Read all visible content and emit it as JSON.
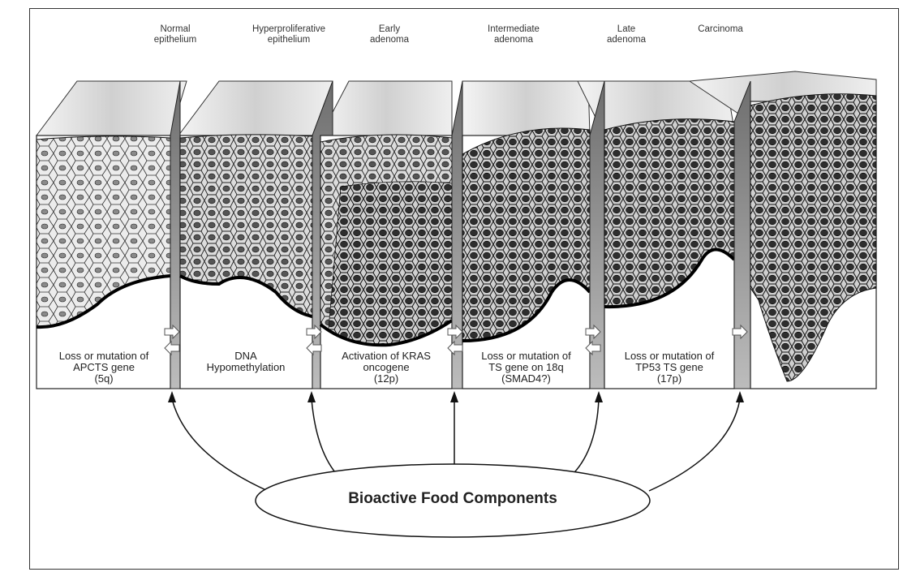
{
  "stages": [
    {
      "line1": "Normal",
      "line2": "epithelium"
    },
    {
      "line1": "Hyperproliferative",
      "line2": "epithelium"
    },
    {
      "line1": "Early",
      "line2": "adenoma"
    },
    {
      "line1": "Intermediate",
      "line2": "adenoma"
    },
    {
      "line1": "Late",
      "line2": "adenoma"
    },
    {
      "line1": "Carcinoma",
      "line2": ""
    }
  ],
  "captions": [
    {
      "line1": "Loss or mutation of",
      "line2": "APCTS gene",
      "line3": "(5q)"
    },
    {
      "line1": "DNA",
      "line2": "Hypomethylation",
      "line3": ""
    },
    {
      "line1": "Activation of KRAS",
      "line2": "oncogene",
      "line3": "(12p)"
    },
    {
      "line1": "Loss or mutation of",
      "line2": "TS gene on 18q",
      "line3": "(SMAD4?)"
    },
    {
      "line1": "Loss or mutation of",
      "line2": "TP53 TS gene",
      "line3": "(17p)"
    }
  ],
  "bioactive_label": "Bioactive Food Components",
  "colors": {
    "cell_fill": "#e6e6e6",
    "nucleus_light": "#9a9a9a",
    "nucleus_dark": "#3a3a3a",
    "outline": "#1a1a1a",
    "panel_top": "#d8d8d8",
    "side_face": "#8c8c8c"
  }
}
